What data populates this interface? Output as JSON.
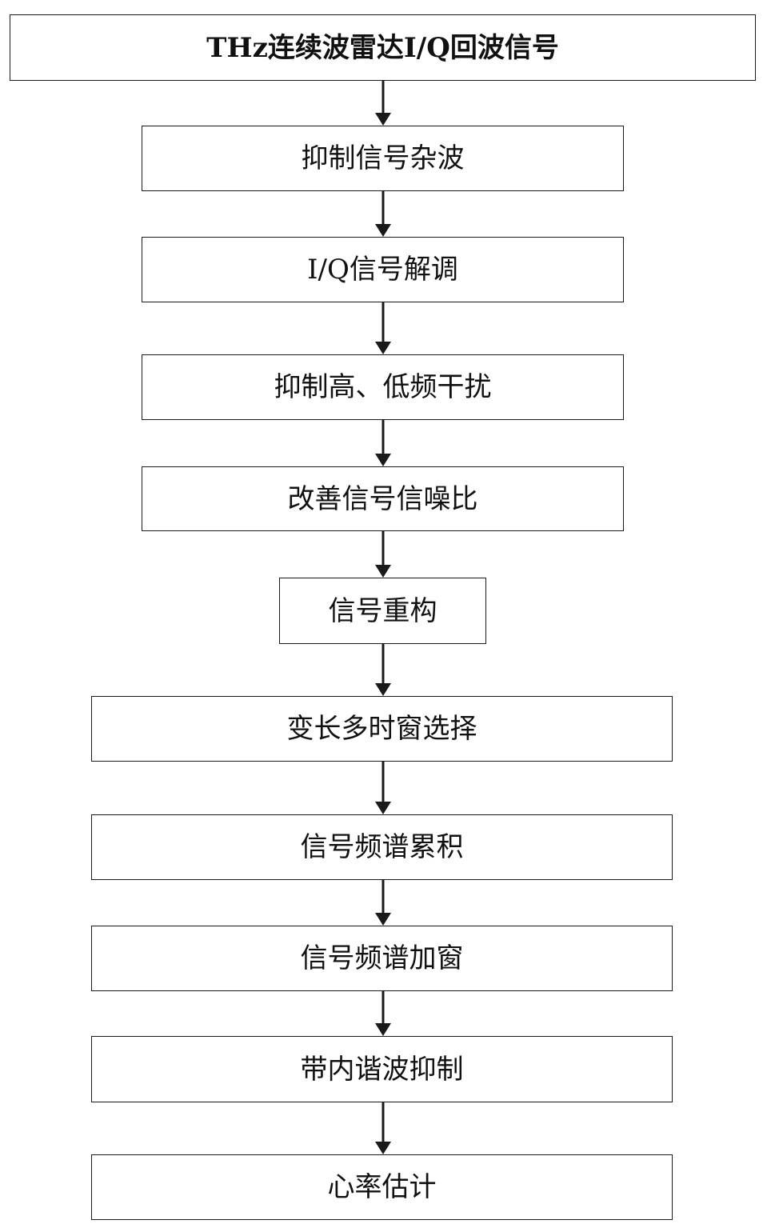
{
  "steps": [
    {
      "id": "step-1",
      "label": "THz连续波雷达I/Q回波信号"
    },
    {
      "id": "step-2",
      "label": "抑制信号杂波"
    },
    {
      "id": "step-3",
      "label": "I/Q信号解调"
    },
    {
      "id": "step-4",
      "label": "抑制高、低频干扰"
    },
    {
      "id": "step-5",
      "label": "改善信号信噪比"
    },
    {
      "id": "step-6",
      "label": "信号重构"
    },
    {
      "id": "step-7",
      "label": "变长多时窗选择"
    },
    {
      "id": "step-8",
      "label": "信号频谱累积"
    },
    {
      "id": "step-9",
      "label": "信号频谱加窗"
    },
    {
      "id": "step-10",
      "label": "带内谐波抑制"
    },
    {
      "id": "step-11",
      "label": "心率估计"
    }
  ],
  "colors": {
    "stroke": "#1a1a1a",
    "text": "#111111",
    "background": "#ffffff"
  }
}
